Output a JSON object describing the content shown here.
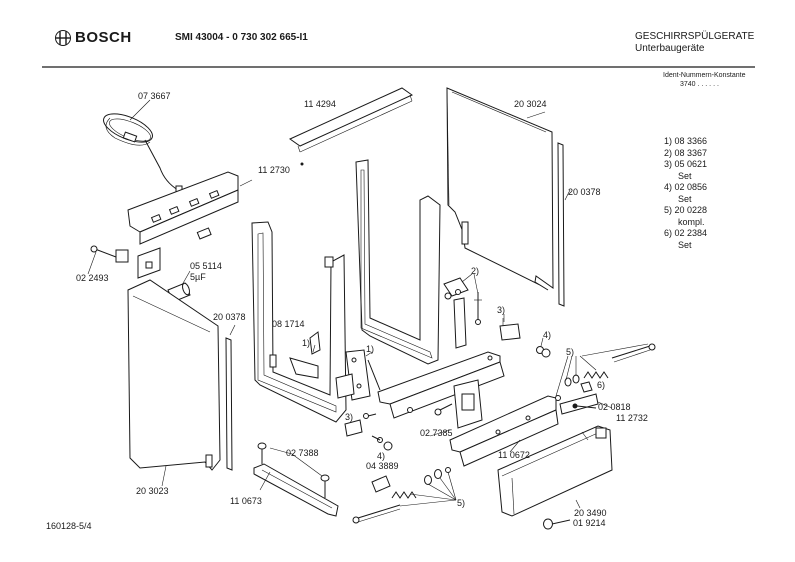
{
  "header": {
    "brand": "BOSCH",
    "model": "SMI 43004 - 0 730 302 665-I1",
    "category": "GESCHIRRSPÜLGERATE",
    "subcategory": "Unterbaugeräte",
    "ident_label": "Ident-Nummern-Konstante",
    "ident_value": "3740  . .  . . . ."
  },
  "legend": [
    "1) 08 3366",
    "2) 08 3367",
    "3) 05 0621",
    "Set",
    "4) 02 0856",
    "Set",
    "5) 20 0228",
    "kompl.",
    "6) 02 2384",
    "Set"
  ],
  "parts": {
    "p073667": "07 3667",
    "p114294": "11 4294",
    "p203024": "20 3024",
    "p112730": "11 2730",
    "p200378a": "20 0378",
    "p022493": "02 2493",
    "p055114": "05 5114",
    "p5uf": "5µF",
    "p200378b": "20 0378",
    "p081714": "08 1714",
    "c2": "2)",
    "c3a": "3)",
    "c4a": "4)",
    "c1a": "1)",
    "c1b": "1)",
    "c3b": "3)",
    "c4b": "4)",
    "c5a": "5)",
    "c6": "6)",
    "c5b": "5)",
    "p020818": "02 0818",
    "p112732": "11 2732",
    "p027385": "02 7385",
    "p110672": "11 0672",
    "p027388": "02 7388",
    "p043889": "04 3889",
    "p203023": "20 3023",
    "p110673": "11 0673",
    "p203490": "20 3490",
    "p019214": "01 9214"
  },
  "footer": {
    "page_code": "160128-5/4"
  }
}
